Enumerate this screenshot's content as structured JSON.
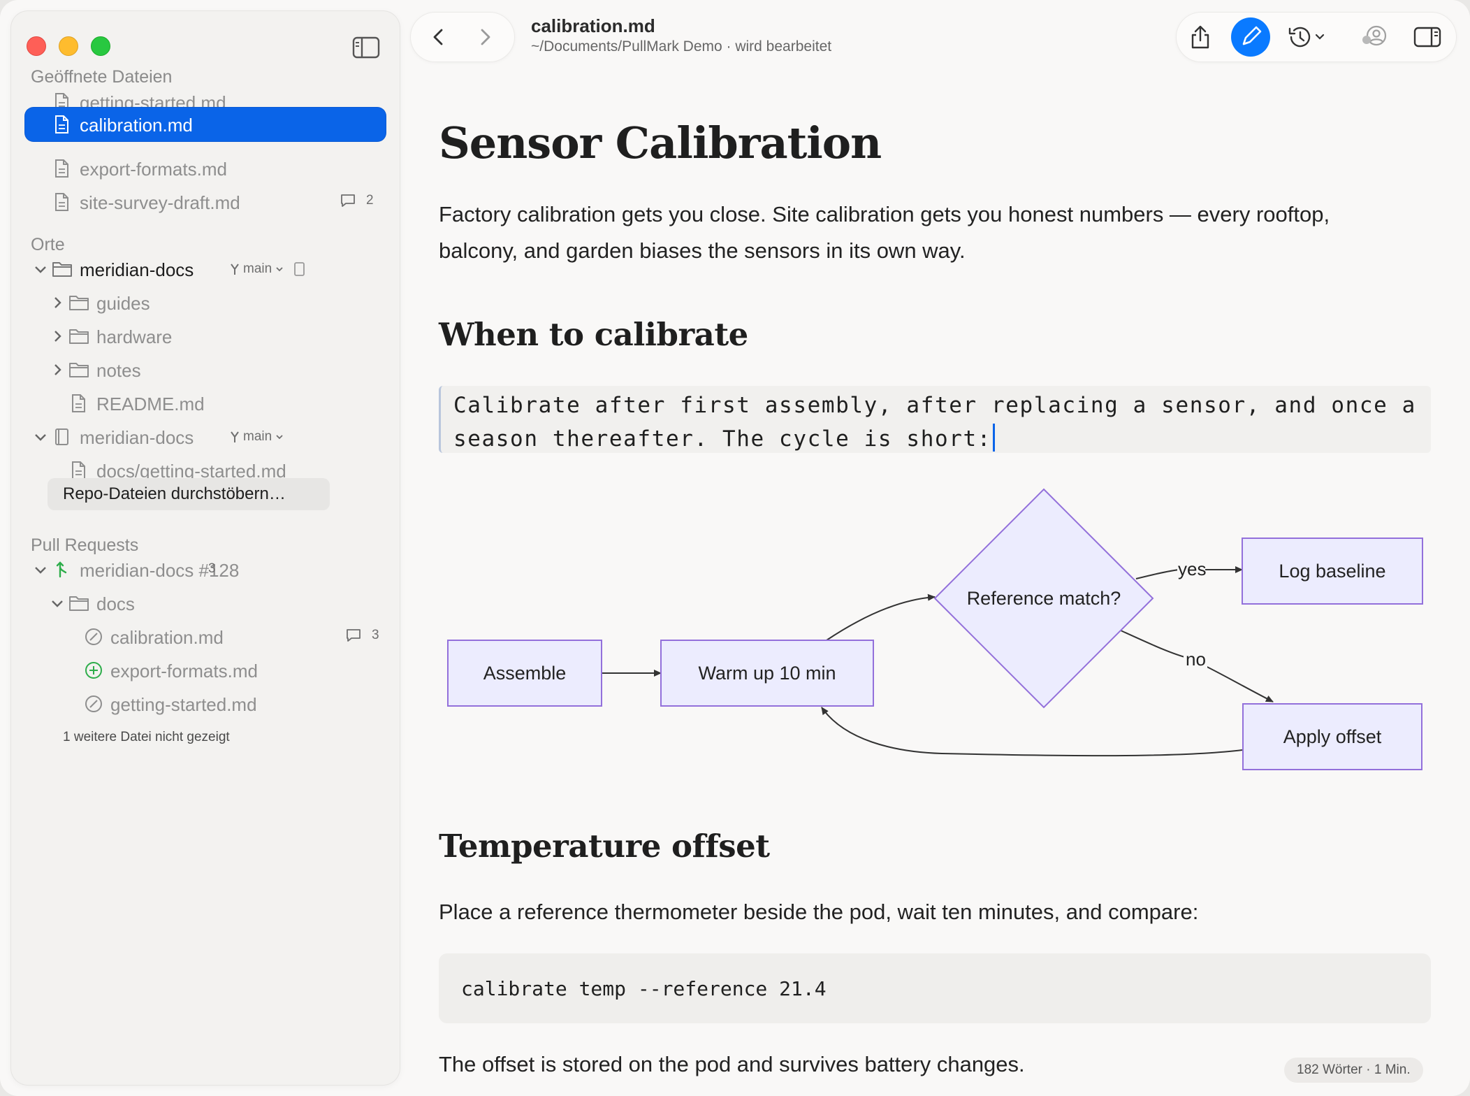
{
  "sidebar": {
    "open_files_header": "Geöffnete Dateien",
    "open_files": [
      {
        "name": "getting-started.md"
      },
      {
        "name": "calibration.md"
      },
      {
        "name": "export-formats.md"
      },
      {
        "name": "site-survey-draft.md",
        "comments": "2"
      }
    ],
    "places_header": "Orte",
    "repo1": {
      "name": "meridian-docs",
      "branch": "main"
    },
    "repo1_children": [
      {
        "name": "guides"
      },
      {
        "name": "hardware"
      },
      {
        "name": "notes"
      },
      {
        "name": "README.md"
      }
    ],
    "repo2": {
      "name": "meridian-docs",
      "branch": "main"
    },
    "repo2_children": [
      {
        "name": "docs/getting-started.md"
      }
    ],
    "browse_button": "Repo-Dateien durchstöbern…",
    "pull_requests_header": "Pull Requests",
    "pr": {
      "name": "meridian-docs #128",
      "count": "3"
    },
    "pr_folder": "docs",
    "pr_files": [
      {
        "name": "calibration.md",
        "status": "modified",
        "comments": "3"
      },
      {
        "name": "export-formats.md",
        "status": "added"
      },
      {
        "name": "getting-started.md",
        "status": "modified"
      }
    ],
    "more_note": "1 weitere Datei nicht gezeigt"
  },
  "toolbar": {
    "title": "calibration.md",
    "path": "~/Documents/PullMark Demo · wird bearbeitet"
  },
  "document": {
    "h1": "Sensor Calibration",
    "intro_line1": "Factory calibration gets you close. Site calibration gets you honest numbers — every rooftop,",
    "intro_line2": "balcony, and garden biases the sensors in its own way.",
    "h2_when": "When to calibrate",
    "editing_line1": "Calibrate after first assembly, after replacing a sensor, and once a",
    "editing_line2": "season thereafter. The cycle is short:",
    "flow": {
      "assemble": "Assemble",
      "warmup": "Warm up 10 min",
      "decision": "Reference match?",
      "yes_label": "yes",
      "no_label": "no",
      "log": "Log baseline",
      "apply": "Apply offset"
    },
    "h2_temp": "Temperature offset",
    "temp_para": "Place a reference thermometer beside the pod, wait ten minutes, and compare:",
    "code": "calibrate temp --reference 21.4",
    "final_para": "The offset is stored on the pod and survives battery changes."
  },
  "status": {
    "word_count": "182 Wörter · 1 Min."
  },
  "colors": {
    "accent": "#0a64e8",
    "edit_button": "#0a7aff",
    "node_fill": "#ececfe",
    "node_stroke": "#9370db"
  }
}
